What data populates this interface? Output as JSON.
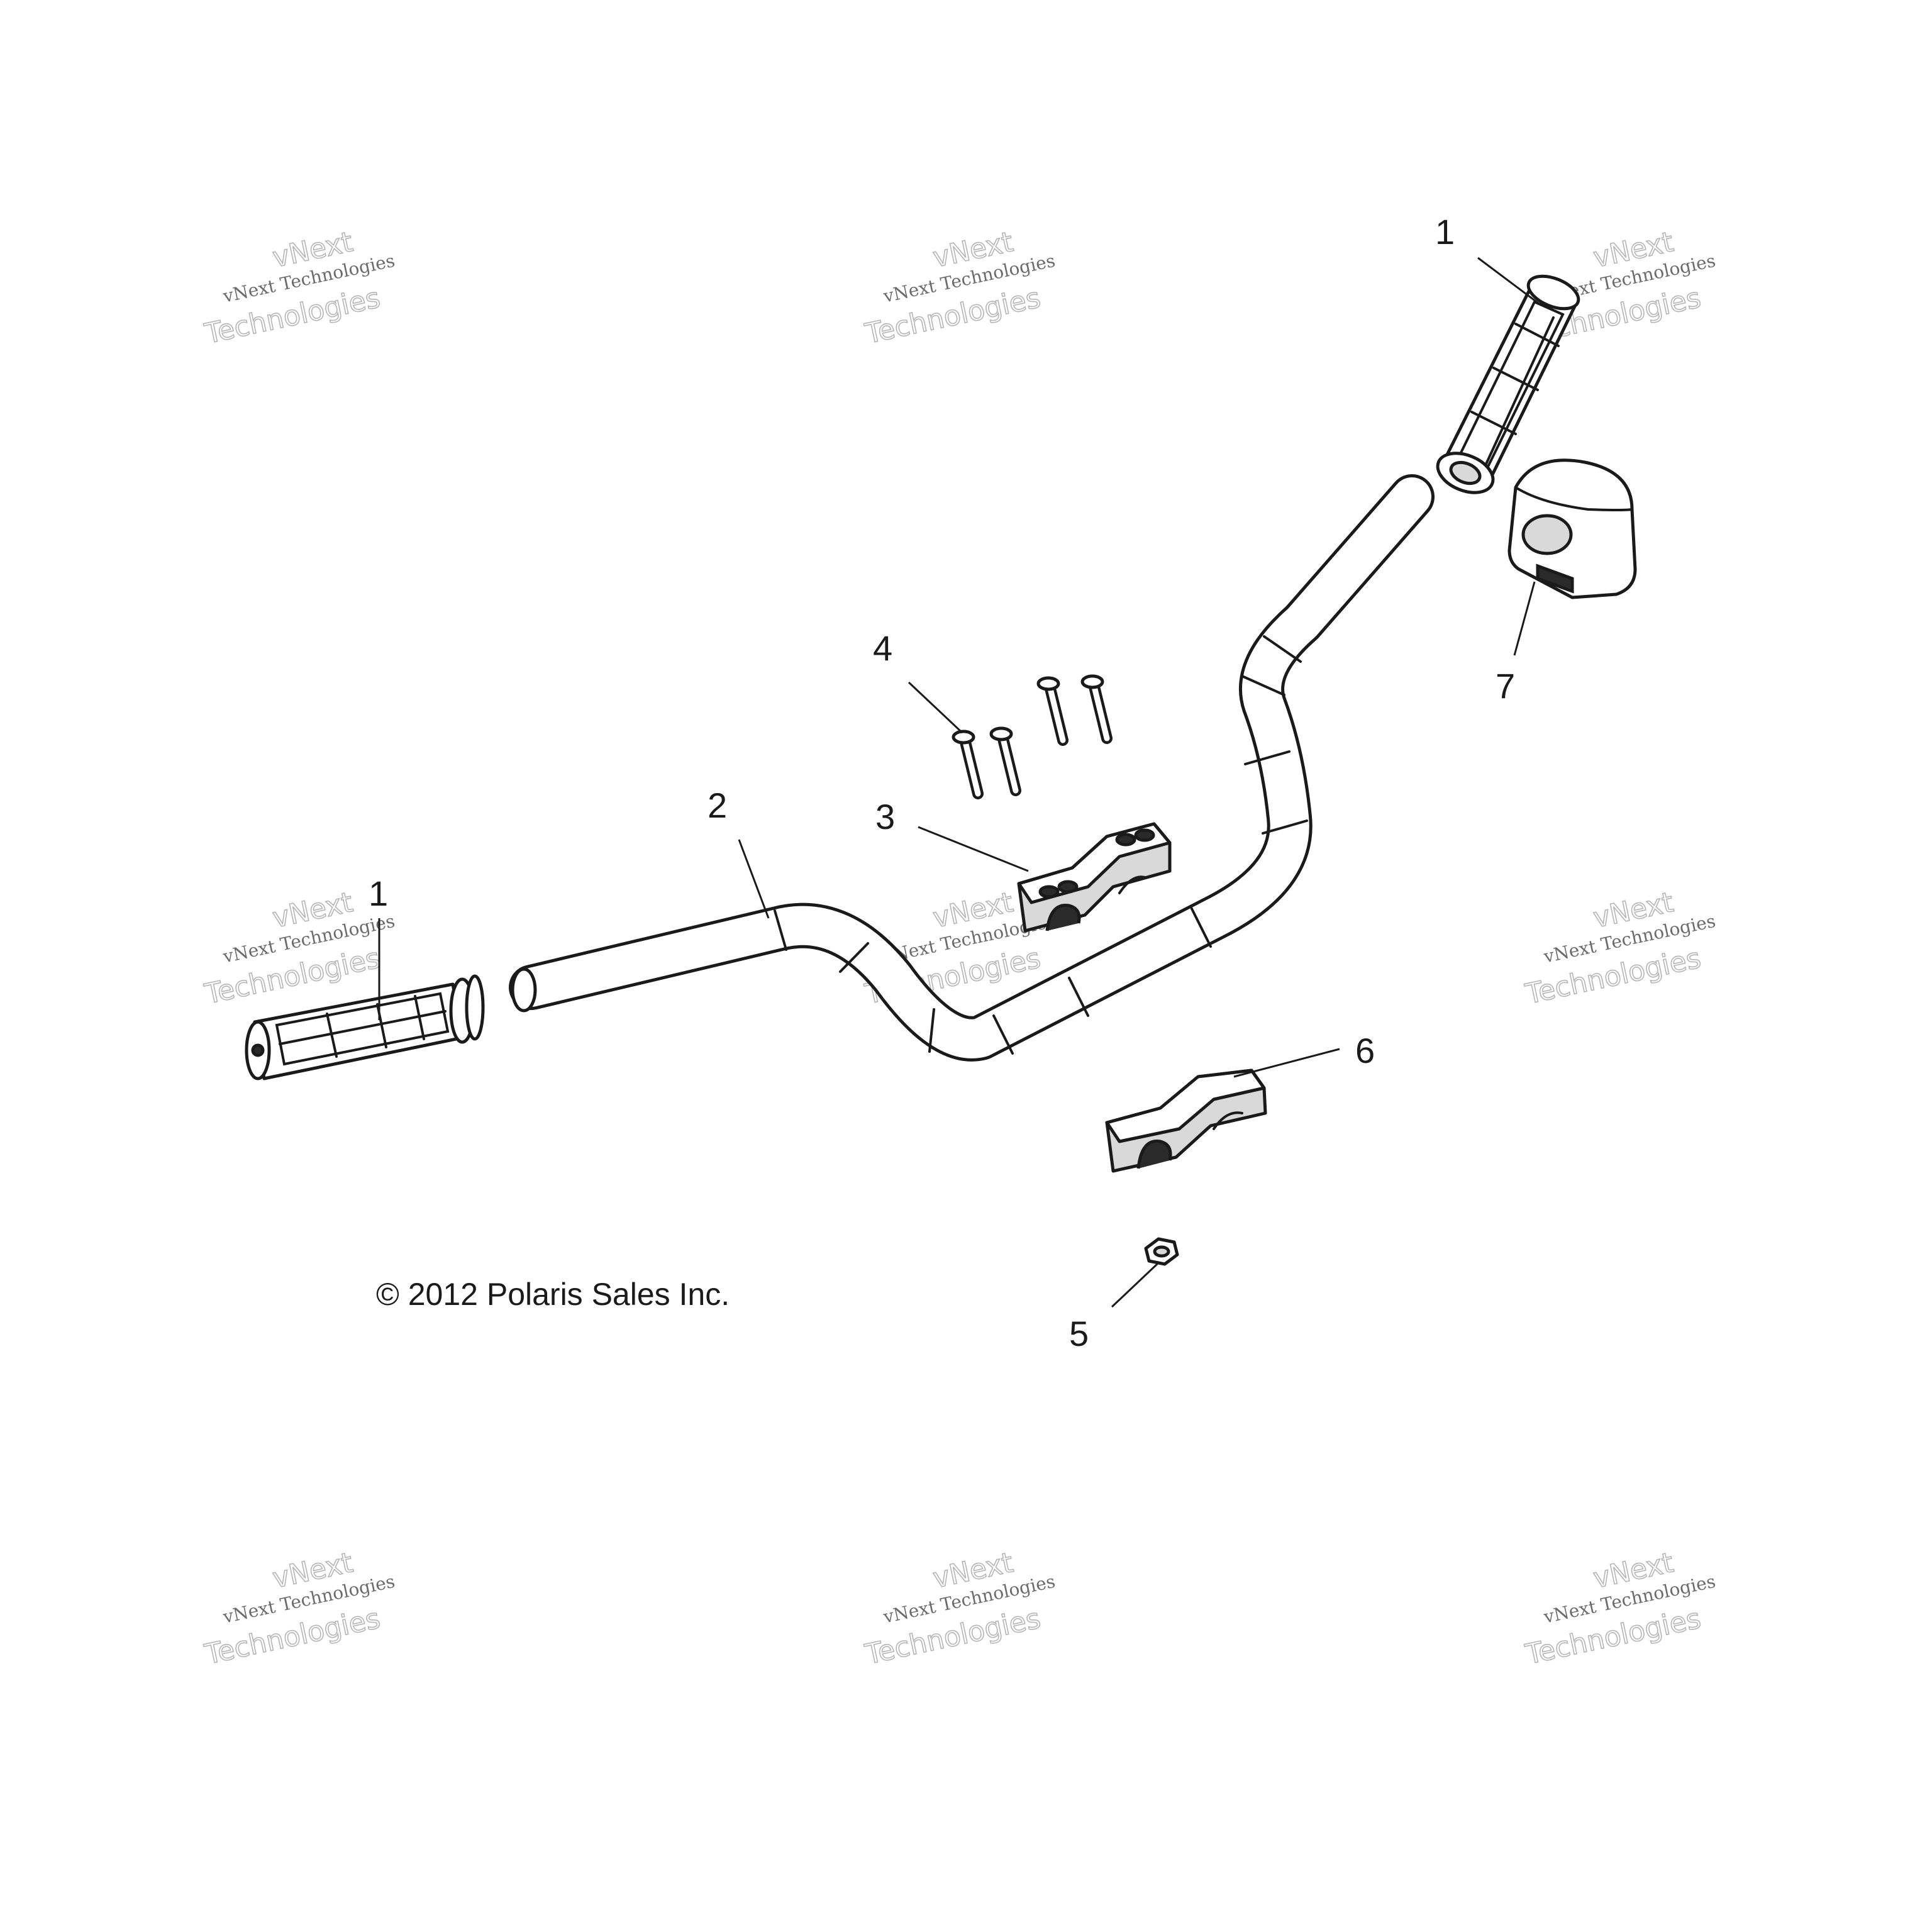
{
  "copyright": "© 2012 Polaris Sales Inc.",
  "callouts": {
    "grip_left": "1",
    "grip_right": "1",
    "handlebar": "2",
    "upper_clamp": "3",
    "bolts": "4",
    "nut": "5",
    "lower_clamp": "6",
    "throttle_housing": "7"
  },
  "watermark": {
    "line_small": "vNext Technologies",
    "line_large_1": "vNext",
    "line_large_2": "Technologies"
  }
}
